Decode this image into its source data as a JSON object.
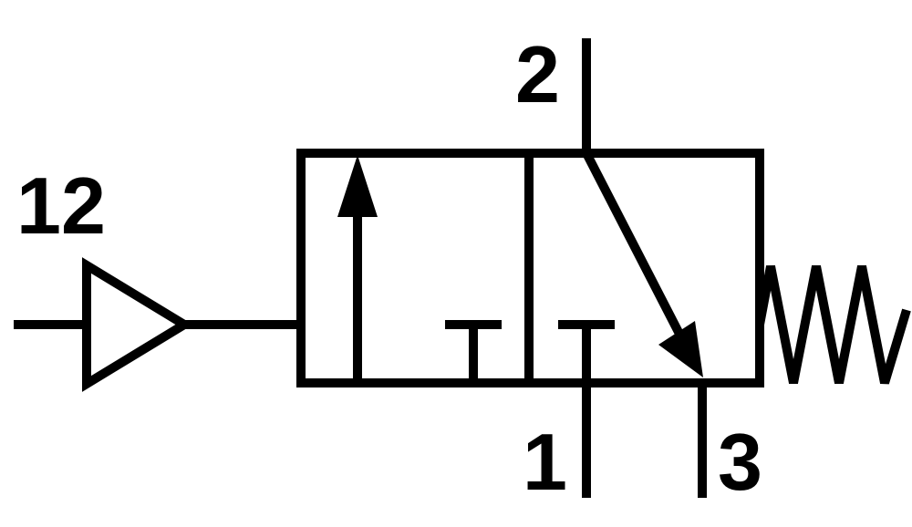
{
  "diagram": {
    "labels": {
      "pilot_port": "12",
      "outlet_port": "2",
      "inlet_port": "1",
      "exhaust_port": "3"
    },
    "symbols": {
      "actuator": "pneumatic-pilot-triangle-icon",
      "return": "spring-return-icon",
      "flow_arrow": "flow-arrow-icon",
      "blocked_port": "blocked-port-tee-icon"
    },
    "colors": {
      "stroke": "#000000",
      "background": "#ffffff"
    }
  }
}
